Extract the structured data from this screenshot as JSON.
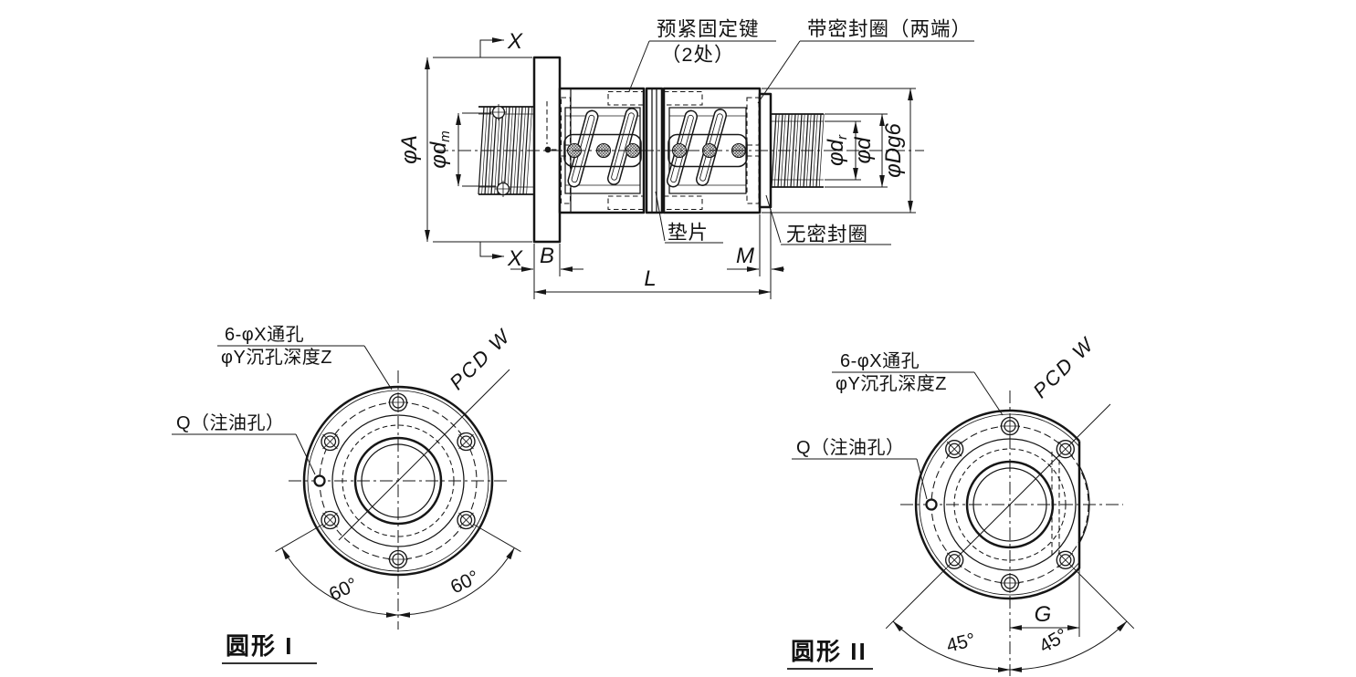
{
  "main_view": {
    "callouts": {
      "preload_key_line1": "预紧固定键",
      "preload_key_line2": "（2处）",
      "seal_both_ends": "带密封圈（两端）",
      "spacer": "垫片",
      "no_seal_ring": "无密封圈"
    },
    "dims": {
      "phi": "φ",
      "A": "A",
      "d": "d",
      "m_sub": "m",
      "r_sub": "r",
      "D": "D",
      "g6": "Dg6",
      "B": "B",
      "M": "M",
      "L": "L"
    },
    "section_label": "X"
  },
  "view_1": {
    "title": "圆形 I",
    "hole_note_line1": "6-φX通孔",
    "hole_note_line2": "φY沉孔深度Z",
    "pcd_label": "PCD W",
    "oil_hole_label": "Q（注油孔）",
    "angle_left": "60°",
    "angle_right": "60°"
  },
  "view_2": {
    "title": "圆形 II",
    "hole_note_line1": "6-φX通孔",
    "hole_note_line2": "φY沉孔深度Z",
    "pcd_label": "PCD W",
    "oil_hole_label": "Q（注油孔）",
    "angle_left": "45°",
    "angle_right": "45°",
    "g_label": "G"
  }
}
